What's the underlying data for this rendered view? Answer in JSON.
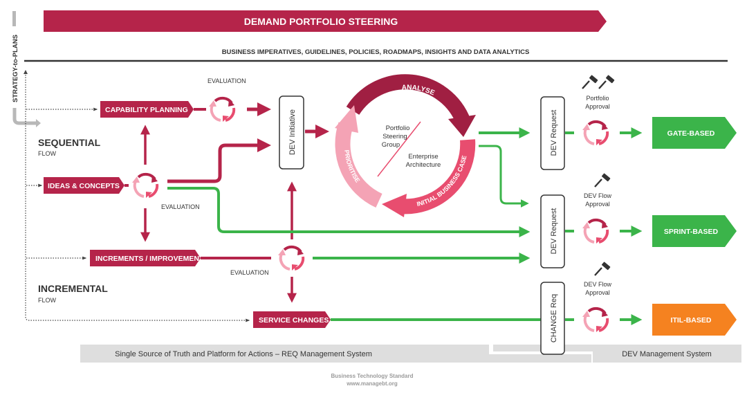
{
  "colors": {
    "crimson": "#b5244a",
    "dark_crimson": "#a01f42",
    "pink": "#f4a3b5",
    "rose": "#e84d6f",
    "green": "#3bb44a",
    "orange": "#f58220",
    "gray_band": "#dedede",
    "gray_arrow": "#b8b8b8",
    "text_dark": "#333333",
    "footer_gray": "#9a9a9a"
  },
  "header": {
    "banner_title": "DEMAND PORTFOLIO STEERING",
    "subtitle": "BUSINESS IMPERATIVES, GUIDELINES, POLICIES, ROADMAPS, INSIGHTS AND DATA ANALYTICS"
  },
  "side": {
    "vertical_label": "STRATEGY-to-PLANS"
  },
  "flows": {
    "sequential": {
      "title": "SEQUENTIAL",
      "sub": "FLOW"
    },
    "incremental": {
      "title": "INCREMENTAL",
      "sub": "FLOW"
    }
  },
  "inputs": {
    "capability_planning": "CAPABILITY PLANNING",
    "ideas_concepts": "IDEAS & CONCEPTS",
    "increments_improvements": "INCREMENTS / IMPROVEMENTS",
    "service_changes": "SERVICE CHANGES"
  },
  "evaluation_label": "EVALUATION",
  "boxes": {
    "dev_initiative": "DEV Initiative",
    "dev_request_1": "DEV Request",
    "dev_request_2": "DEV Request",
    "change_req": "CHANGE Req"
  },
  "cycle": {
    "analyse": "ANALYSE",
    "initial_business_case": "INITIAL BUSINESS CASE",
    "prioritise": "PRIORITISE",
    "center_left_lines": [
      "Portfolio",
      "Steering",
      "Group"
    ],
    "center_right_lines": [
      "Enterprise",
      "Architecture"
    ]
  },
  "approvals": {
    "portfolio": [
      "Portfolio",
      "Approval"
    ],
    "dev_flow_1": [
      "DEV Flow",
      "Approval"
    ],
    "dev_flow_2": [
      "DEV Flow",
      "Approval"
    ]
  },
  "outputs": {
    "gate_based": "GATE-BASED",
    "sprint_based": "SPRINT-BASED",
    "itil_based": "ITIL-BASED"
  },
  "bands": {
    "req_system": "Single Source of Truth and Platform for Actions – REQ Management System",
    "dev_system": "DEV Management System"
  },
  "footer": {
    "line1": "Business Technology Standard",
    "line2": "www.managebt.org"
  }
}
